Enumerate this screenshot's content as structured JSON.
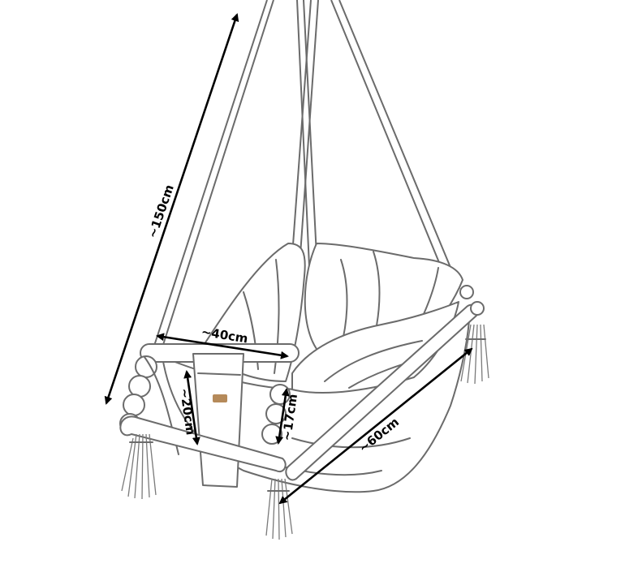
{
  "diagram": {
    "subject": "hanging baby swing seat",
    "dimensions": [
      {
        "id": "height",
        "label": "~150cm"
      },
      {
        "id": "front-width",
        "label": "~40cm"
      },
      {
        "id": "seat-height",
        "label": "~20cm"
      },
      {
        "id": "side-height",
        "label": "~17cm"
      },
      {
        "id": "length",
        "label": "~60cm"
      }
    ],
    "colors": {
      "outline": "#6b6b6b",
      "dimension": "#000000",
      "logo": "#b58a5a",
      "background": "#ffffff"
    }
  }
}
